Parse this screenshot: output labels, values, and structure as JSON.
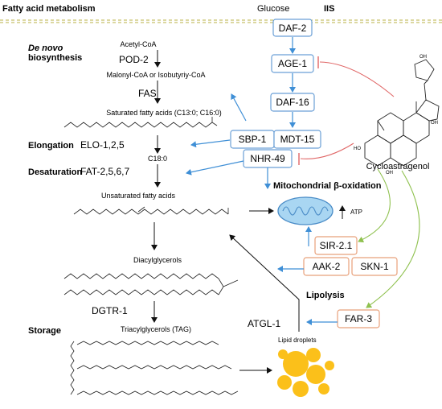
{
  "header": {
    "section_left": "Fatty acid metabolism",
    "glucose": "Glucose",
    "pathway": "IIS"
  },
  "synthesis": {
    "heading_line1": "De novo",
    "heading_line2": "biosynthesis",
    "acetyl_coa": "Acetyl-CoA",
    "pod2": "POD-2",
    "malonyl": "Malonyl-CoA or Isobutyriy-CoA",
    "fas": "FAS",
    "saturated": "Saturated fatty acids (C13:0; C16:0)"
  },
  "elongation": {
    "heading": "Elongation",
    "enzyme": "ELO-1,2,5",
    "product": "C18:0"
  },
  "desaturation": {
    "heading": "Desaturation",
    "enzyme": "FAT-2,5,6,7",
    "product": "Unsaturated fatty acids"
  },
  "lipids": {
    "diacylglycerols": "Diacylglycerols",
    "dgtr1": "DGTR-1",
    "storage": "Storage",
    "tag": "Triacylglycerols (TAG)",
    "lipid_droplets": "Lipid droplets"
  },
  "signaling": {
    "daf2": "DAF-2",
    "age1": "AGE-1",
    "daf16": "DAF-16",
    "sbp1": "SBP-1",
    "mdt15": "MDT-15",
    "nhr49": "NHR-49"
  },
  "compound": {
    "name": "Cycloastragenol",
    "oh_labels": [
      "OH",
      "HO",
      "OH",
      "OH"
    ]
  },
  "mito": {
    "label": "Mitochondrial β-oxidation",
    "atp": "ATP"
  },
  "lipolysis": {
    "sir21": "SIR-2.1",
    "aak2": "AAK-2",
    "skn1": "SKN-1",
    "heading": "Lipolysis",
    "far3": "FAR-3",
    "atgl1": "ATGL-1"
  },
  "colors": {
    "blue_box": "#6a9fd6",
    "blue_arrow": "#3f8fd6",
    "orange_box": "#e8a07a",
    "red_inhibit": "#e06666",
    "green_arrow": "#8fc14f",
    "mito_fill": "#a9d6f2",
    "droplet": "#fbc01a",
    "dash_line": "#c7c06a"
  }
}
